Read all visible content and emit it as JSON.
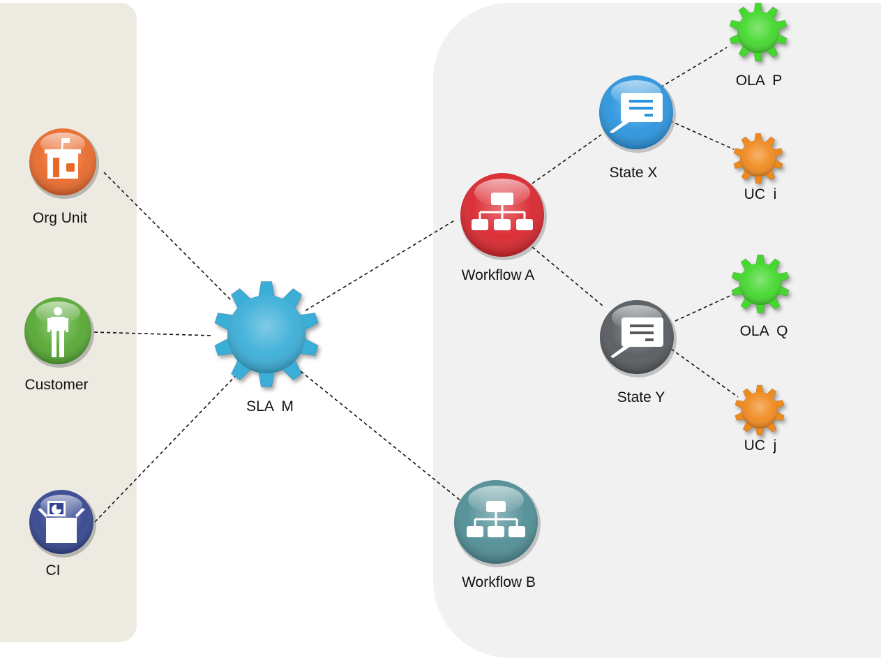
{
  "nodes": {
    "org_unit": {
      "label": "Org Unit",
      "icon": "building-icon",
      "color": "#e9692a"
    },
    "customer": {
      "label": "Customer",
      "icon": "person-icon",
      "color": "#55a832"
    },
    "ci": {
      "label": "CI",
      "icon": "presentation-box-icon",
      "color": "#34458f"
    },
    "sla_m": {
      "label": "SLA  M",
      "icon": "gear-icon",
      "color": "#3aaed8"
    },
    "workflow_a": {
      "label": "Workflow A",
      "icon": "org-chart-icon",
      "color": "#d9252c"
    },
    "workflow_b": {
      "label": "Workflow B",
      "icon": "org-chart-icon",
      "color": "#4f8e95"
    },
    "state_x": {
      "label": "State X",
      "icon": "document-pen-icon",
      "color": "#2a94de"
    },
    "state_y": {
      "label": "State Y",
      "icon": "document-pen-icon",
      "color": "#555a5e"
    },
    "ola_p": {
      "label": "OLA  P",
      "icon": "gear-icon",
      "color": "#44d82d"
    },
    "ola_q": {
      "label": "OLA  Q",
      "icon": "gear-icon",
      "color": "#44d82d"
    },
    "uc_i": {
      "label": "UC  i",
      "icon": "gear-icon",
      "color": "#f08a1e"
    },
    "uc_j": {
      "label": "UC  j",
      "icon": "gear-icon",
      "color": "#f08a1e"
    }
  },
  "connections": [
    [
      "org_unit",
      "sla_m"
    ],
    [
      "customer",
      "sla_m"
    ],
    [
      "ci",
      "sla_m"
    ],
    [
      "sla_m",
      "workflow_a"
    ],
    [
      "sla_m",
      "workflow_b"
    ],
    [
      "workflow_a",
      "state_x"
    ],
    [
      "workflow_a",
      "state_y"
    ],
    [
      "state_x",
      "ola_p"
    ],
    [
      "state_x",
      "uc_i"
    ],
    [
      "state_y",
      "ola_q"
    ],
    [
      "state_y",
      "uc_j"
    ]
  ]
}
